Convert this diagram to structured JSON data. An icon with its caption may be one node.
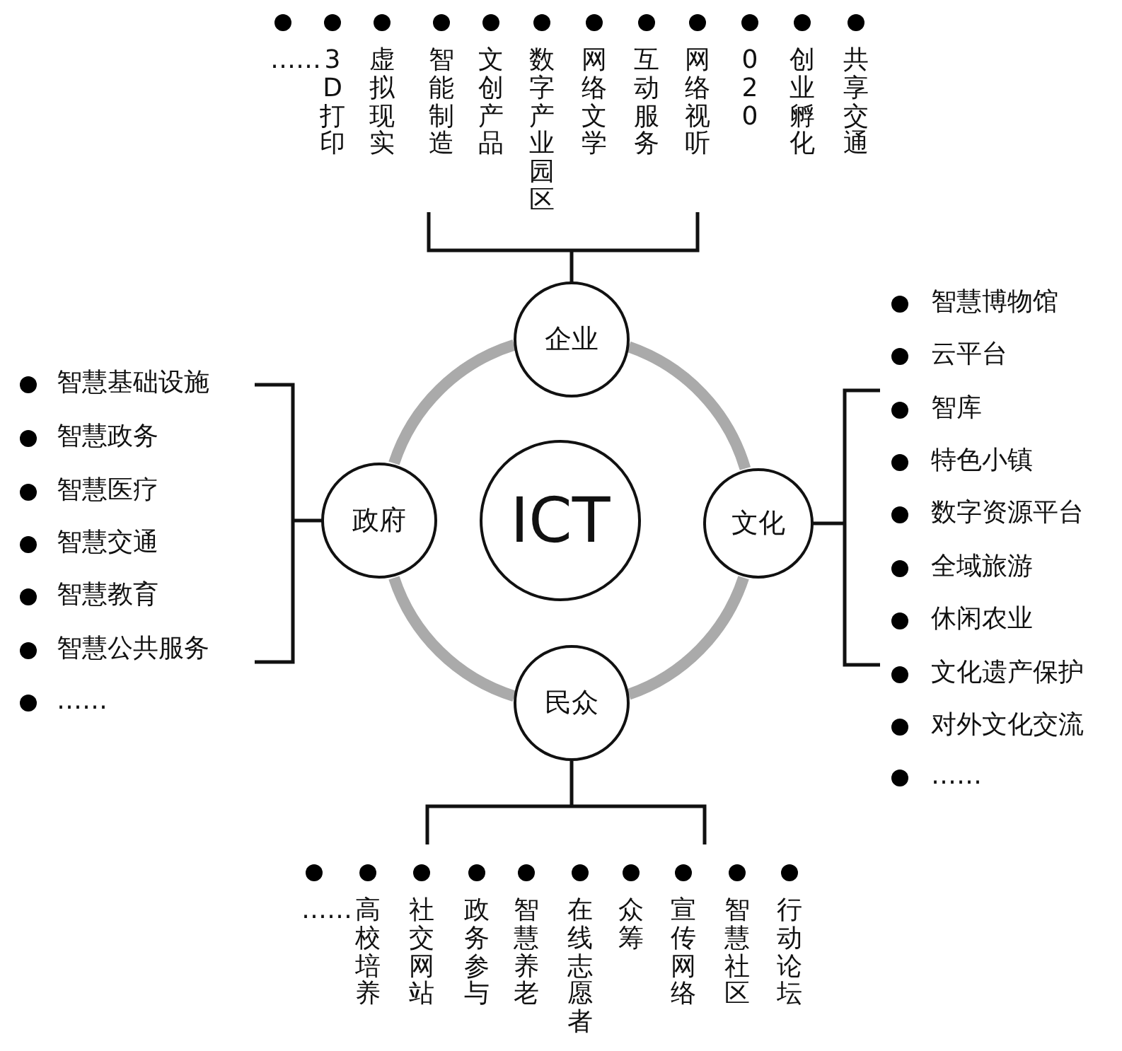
{
  "diagram": {
    "nodes": [
      {
        "text": [
          "ICT"
        ]
      },
      {
        "text": [
          "企业"
        ]
      },
      {
        "text": [
          "文化"
        ]
      },
      {
        "text": [
          "民众"
        ]
      },
      {
        "text": [
          "政府"
        ]
      }
    ],
    "edges": [
      {
        "from": 1,
        "to": 2,
        "arrow": "none"
      },
      {
        "from": 2,
        "to": 3,
        "arrow": "none"
      },
      {
        "from": 3,
        "to": 4,
        "arrow": "none"
      },
      {
        "from": 4,
        "to": 1,
        "arrow": "none"
      }
    ],
    "labels": [
      "……",
      "3D打印",
      "虚拟现实",
      "智能制造",
      "文创产品",
      "数字产业园区",
      "网络文学",
      "互动服务",
      "网络视听",
      "020",
      "创业孵化",
      "共享交通",
      "智慧基础设施",
      "智慧政务",
      "智慧医疗",
      "智慧交通",
      "智慧教育",
      "智慧公共服务",
      "……",
      "智慧博物馆",
      "云平台",
      "智库",
      "特色小镇",
      "数字资源平台",
      "全域旅游",
      "休闲农业",
      "文化遗产保护",
      "对外文化交流",
      "……",
      "……",
      "高校培养",
      "社交网站",
      "政务参与",
      "智慧养老",
      "在线志愿者",
      "众筹",
      "宣传网络",
      "智慧社区",
      "行动论坛"
    ]
  }
}
